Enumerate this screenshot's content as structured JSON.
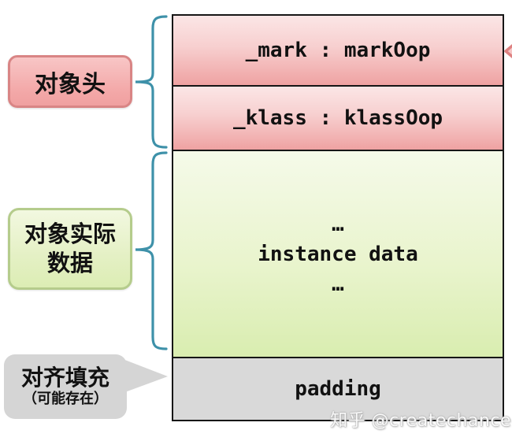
{
  "column": {
    "rows": [
      {
        "id": "mark",
        "label": "_mark : markOop"
      },
      {
        "id": "klass",
        "label": "_klass : klassOop"
      },
      {
        "id": "instance",
        "ellipsis_top": "…",
        "label": "instance data",
        "ellipsis_bottom": "…"
      },
      {
        "id": "padding",
        "label": "padding"
      }
    ]
  },
  "labels": {
    "header": {
      "text": "对象头"
    },
    "instance": {
      "line1": "对象实际",
      "line2": "数据"
    },
    "padding": {
      "line1": "对齐填充",
      "line2": "（可能存在）"
    }
  },
  "watermark": {
    "text": "知乎 @createchance"
  },
  "icons": {
    "braces": "curly-brace-icon",
    "arrow": "left-arrow-icon",
    "callout_pointer": "callout-pointer"
  },
  "colors": {
    "brace": "#3e91a9",
    "row_pink_top": "#fbe6e6",
    "row_pink_bottom": "#efa2a2",
    "row_green_top": "#f5fae9",
    "row_green_bottom": "#d9edb0",
    "row_gray": "#d9d9d9",
    "box_border": "#161616",
    "header_label_border": "#d98585",
    "instance_label_border": "#b5cc8c",
    "callout_gray": "#d5d5d5",
    "arrow_stroke": "#de8181",
    "arrow_fill": "#f6c6c6"
  }
}
